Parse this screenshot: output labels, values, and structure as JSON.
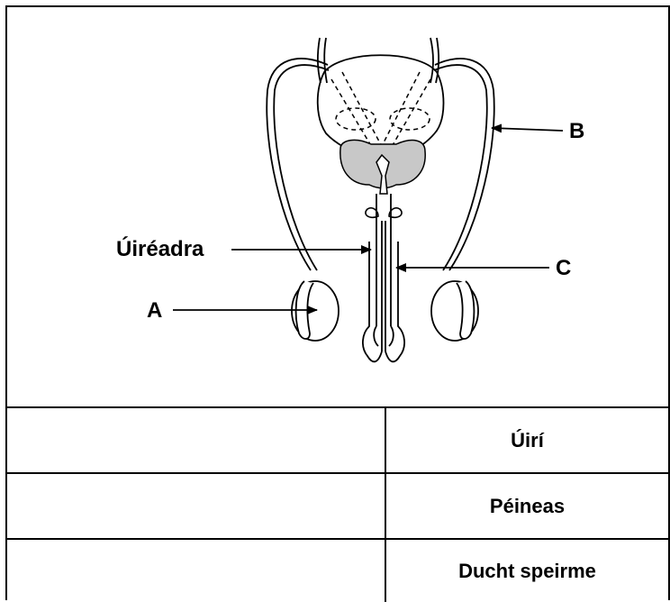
{
  "diagram": {
    "labels": {
      "a": "A",
      "b": "B",
      "c": "C",
      "urethra": "Úiréadra"
    }
  },
  "table": {
    "rows": [
      {
        "answer": "",
        "term": "Úirí"
      },
      {
        "answer": "",
        "term": "Péineas"
      },
      {
        "answer": "",
        "term": "Ducht speirme"
      }
    ]
  }
}
